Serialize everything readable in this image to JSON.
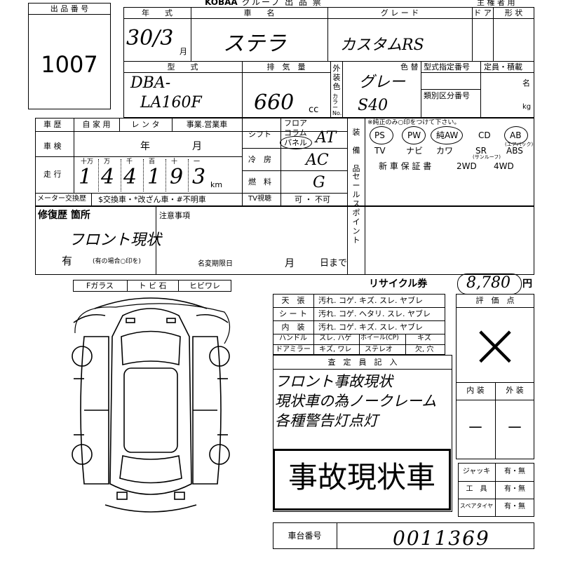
{
  "header": {
    "brand": "KOBAA",
    "group_title": "グループ 出 品 票",
    "owner_label": "主 権 者 用"
  },
  "lot": {
    "label": "出 品 番 号",
    "number": "1007"
  },
  "row1": {
    "year_label": "年　　式",
    "model_label": "車　　名",
    "grade_label": "グ レ ー ド",
    "door_label": "ド ア",
    "shape_label": "形 状",
    "year_value": "30/3",
    "month_suffix": "月",
    "model_value": "ステラ",
    "grade_value": "カスタムRS"
  },
  "row2": {
    "type_label": "型　　式",
    "disp_label": "排　気　量",
    "exterior_label": "外装色",
    "color_label": "色 替",
    "type_no_label": "型式指定番号",
    "class_no_label": "類別区分番号",
    "capacity_label": "定員・積載",
    "capacity_unit": "名",
    "load_unit": "kg",
    "color_code_label": "カラーNo.",
    "type_value_1": "DBA-",
    "type_value_2": "LA160F",
    "disp_value": "660",
    "disp_unit": "cc",
    "color_value": "グレー",
    "color_code_value": "S40"
  },
  "history": {
    "row_label": "車 歴",
    "options": [
      "自 家 用",
      "レ ン タ",
      "事業.営業車"
    ],
    "inspection_label": "車 検",
    "inspection_year": "年",
    "inspection_month": "月",
    "mileage_label": "走 行",
    "digit_labels": [
      "十万",
      "万",
      "千",
      "百",
      "十",
      "一"
    ],
    "mileage_digits": [
      "1",
      "4",
      "4",
      "1",
      "9",
      "3"
    ],
    "mileage_unit": "km",
    "meter_label": "メーター交換歴",
    "meter_options": "$交換車・*改ざん車・#不明車"
  },
  "shift": {
    "label": "シフト",
    "options": [
      "フロア",
      "コラム",
      "パネル"
    ],
    "value": "AT",
    "ac_label": "冷　房",
    "ac_value": "AC",
    "fuel_label": "燃　料",
    "fuel_value": "G",
    "tv_label": "TV視聴",
    "tv_value": "可 ・ 不可"
  },
  "equipment": {
    "label": "装備品",
    "note": "※純正のみ○印をつけて下さい。",
    "row1": [
      "PS",
      "PW",
      "純AW",
      "CD",
      "AB"
    ],
    "ab_note": "(エアバック)",
    "row2": [
      "TV",
      "ナビ",
      "カワ",
      "SR",
      "ABS"
    ],
    "sr_note": "(サンルーフ)",
    "row3": [
      "新 車 保 証 書",
      "2WD",
      "4WD"
    ]
  },
  "repair": {
    "label": "修復歴 箇所",
    "value": "フロント現状",
    "present": "有",
    "present_note": "(有の場合○印を)",
    "notes_label": "注意事項",
    "limit_label": "名変期限日",
    "limit_month": "月",
    "limit_day": "日まで"
  },
  "sales_point": {
    "label": "セールスポイント"
  },
  "recycle": {
    "label": "リサイクル券",
    "value": "8,780",
    "unit": "円"
  },
  "glass": {
    "items": [
      "Fガラス",
      "ト ビ 石",
      "ヒビワレ"
    ]
  },
  "interior": {
    "rows": [
      {
        "label": "天　張",
        "options": "汚れ. コゲ. キズ. スレ. ヤブレ"
      },
      {
        "label": "シ ー ト",
        "options": "汚れ. コゲ. ヘタリ. スレ. ヤブレ"
      },
      {
        "label": "内　装",
        "options": "汚れ. コゲ. キズ. スレ. ヤブレ"
      }
    ],
    "handle_label": "ハンドル",
    "handle_options": "スレ. ハゲ",
    "wheel_label": "ホイール(CP)",
    "wheel_options": "キズ",
    "mirror_label": "ドアミラー",
    "mirror_options": "キズ, ワレ",
    "stereo_label": "ステレオ",
    "stereo_options": "欠, 穴"
  },
  "inspector": {
    "label": "査　定　員　記　入",
    "lines": [
      "フロント事故現状",
      "現状車の為ノークレーム",
      "各種警告灯点灯"
    ],
    "stamp": "事故現状車"
  },
  "rating": {
    "label": "評　価　点",
    "value": "×",
    "interior_label": "内 装",
    "exterior_label": "外 装",
    "interior_value": "－",
    "exterior_value": "－"
  },
  "tools": {
    "rows": [
      {
        "label": "ジャッキ",
        "value": "有・無"
      },
      {
        "label": "工　具",
        "value": "有・無"
      },
      {
        "label": "スペアタイヤ",
        "value": "有・無"
      }
    ]
  },
  "chassis": {
    "label": "車台番号",
    "value": "0011369"
  }
}
